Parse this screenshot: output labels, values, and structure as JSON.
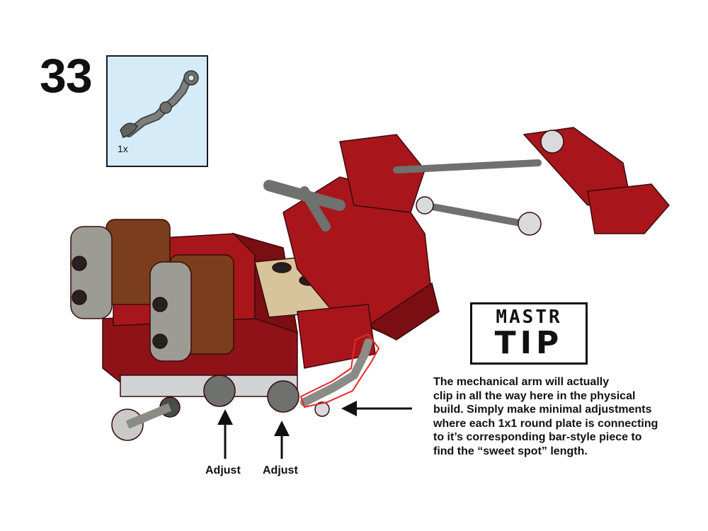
{
  "step": {
    "number": "33"
  },
  "parts_callout": {
    "quantity": "1x",
    "part_icon": "mechanical-arm-piece-icon",
    "background_color": "#d6ebf8"
  },
  "tip": {
    "badge_line1": "MASTR",
    "badge_line2": "TIP",
    "text_lines": [
      "The mechanical arm will actually",
      "clip in all the way here in the physical",
      "build. Simply make minimal adjustments",
      "where each 1x1 round plate is connecting",
      "to it’s corresponding bar-style piece to",
      "find the “sweet spot” length."
    ]
  },
  "adjust_labels": [
    "Adjust",
    "Adjust"
  ],
  "colors": {
    "brick_red": "#a8161c",
    "brick_brown": "#7a3e1c",
    "tan": "#d8c49a",
    "grey": "#8c8c86",
    "highlight": "#e8262a"
  }
}
